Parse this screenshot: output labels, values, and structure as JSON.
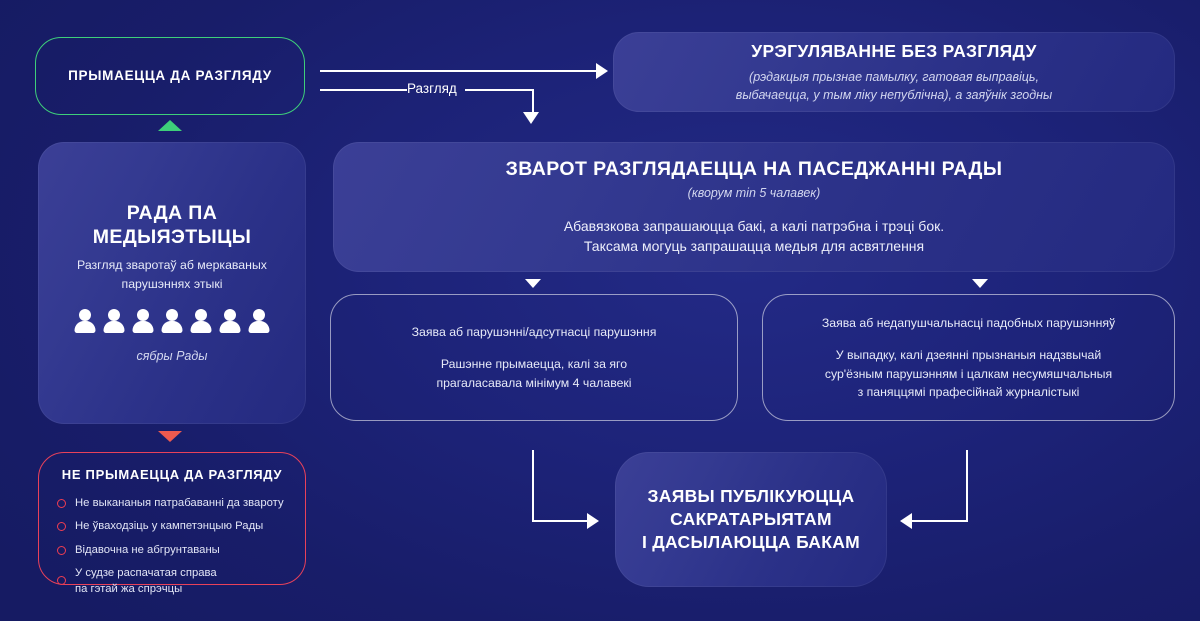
{
  "colors": {
    "background": "#1a1f6e",
    "card_fill": "#343a91",
    "accent_green": "#3ecf7a",
    "accent_red": "#ef3d52",
    "text": "#ffffff"
  },
  "nodes": {
    "accepted": {
      "title": "ПРЫМАЕЦЦА ДА РАЗГЛЯДУ"
    },
    "settlement": {
      "title": "УРЭГУЛЯВАННЕ БЕЗ РАЗГЛЯДУ",
      "note_line1": "(рэдакцыя прызнае памылку, гатовая выправіць,",
      "note_line2": "выбачаецца, у тым ліку непублічна), а заяўнік згодны"
    },
    "council": {
      "title": "РАДА ПА МЕДЫЯЭТЫЦЫ",
      "subtitle_line1": "Разгляд зваротаў аб меркаваных",
      "subtitle_line2": "парушэннях этыкі",
      "members_caption": "сябры Рады",
      "members_count": 7
    },
    "session": {
      "title": "ЗВАРОТ РАЗГЛЯДАЕЦЦА НА ПАСЕДЖАННІ РАДЫ",
      "quorum": "(кворум min 5 чалавек)",
      "body_line1": "Абавязкова запрашаюцца бакі, а калі патрэбна і трэці бок.",
      "body_line2": "Таксама могуць запрашацца медыя для асвятлення"
    },
    "outcome_left": {
      "line1": "Заява аб парушэнні/адсутнасці парушэння",
      "line2": "Рашэнне прымаецца, калі за яго",
      "line3": "прагаласавала мінімум 4 чалавекі"
    },
    "outcome_right": {
      "line1": "Заява аб недапушчальнасці падобных парушэнняў",
      "line2": "У выпадку, калі дзеянні прызнаныя надзвычай",
      "line3": "сур'ёзным парушэнням і цалкам несумяшчальныя",
      "line4": "з паняццямі прафесійнай журналістыкі"
    },
    "rejected": {
      "title": "НЕ ПРЫМАЕЦЦА ДА РАЗГЛЯДУ",
      "items": [
        "Не выкананыя патрабаванні да звароту",
        "Не ўваходзіць у кампетэнцыю Рады",
        "Відавочна не абгрунтаваны",
        "У судзе распачатая справа\nпа гэтай жа спрэчцы"
      ]
    },
    "publication": {
      "line1": "ЗАЯВЫ ПУБЛІКУЮЦЦА",
      "line2": "САКРАТАРЫЯТАМ",
      "line3": "І ДАСЫЛАЮЦЦА БАКАМ"
    }
  },
  "connectors": {
    "review_label": "Разгляд"
  }
}
